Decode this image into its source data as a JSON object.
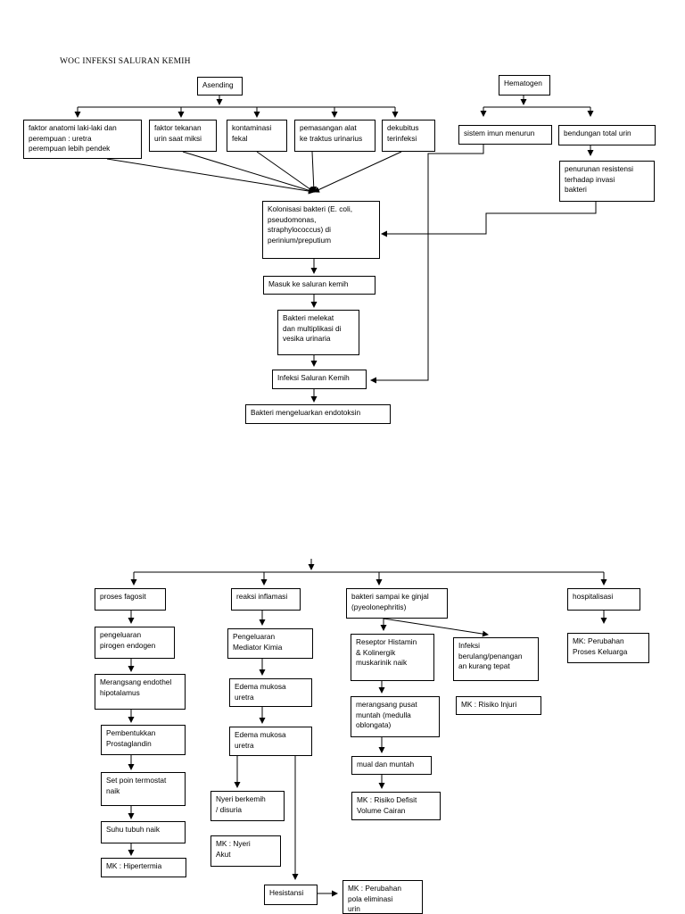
{
  "title": "WOC INFEKSI SALURAN KEMIH",
  "diagram": {
    "asending": "Asending",
    "hematogen": "Hematogen",
    "faktor_anatomi": "faktor anatomi laki-laki dan\nperempuan : uretra\nperempuan lebih pendek",
    "faktor_tekanan": "faktor tekanan\nurin saat miksi",
    "kontaminasi": "kontaminasi\nfekal",
    "pemasangan": "pemasangan alat\nke traktus urinarius",
    "dekubitus": "dekubitus\nterinfeksi",
    "sistem_imun": "sistem imun menurun",
    "bendungan": "bendungan total urin",
    "penurunan_resistensi": "penurunan resistensi\nterhadap invasi\nbakteri",
    "kolonisasi": "Kolonisasi bakteri (E. coli,\npseudomonas,\nstraphylococcus) di\nperinium/preputium",
    "masuk": "Masuk ke saluran kemih",
    "bakteri_melekat": "Bakteri melekat\ndan multiplikasi di\nvesika urinaria",
    "infeksi": "Infeksi Saluran Kemih",
    "endotoksin": "Bakteri mengeluarkan endotoksin",
    "proses_fagosit": "proses fagosit",
    "pengeluaran_pirogen": "pengeluaran\npirogen endogen",
    "merangsang_endothel": "Merangsang endothel\nhipotalamus",
    "pembentukkan": "Pembentukkan\nProstaglandin",
    "set_poin": "Set poin termostat\nnaik",
    "suhu_naik": "Suhu tubuh naik",
    "mk_hipertermia": "MK : Hipertermia",
    "reaksi_inflamasi": "reaksi inflamasi",
    "mediator_kimia": "Pengeluaran\nMediator Kimia",
    "edema1": "Edema mukosa\nuretra",
    "edema2": "Edema mukosa\nuretra",
    "nyeri_berkemih": "Nyeri berkemih\n/ disuria",
    "mk_nyeri": "MK : Nyeri\nAkut",
    "hesistansi": "Hesistansi",
    "mk_eliminasi": "MK : Perubahan\npola eliminasi\nurin",
    "bakteri_ginjal": "bakteri sampai ke ginjal\n(pyeolonephritis)",
    "reseptor": "Reseptor Histamin\n& Kolinergik\nmuskarinik naik",
    "infeksi_berulang": "Infeksi\nberulang/penangan\nan kurang tepat",
    "mk_injuri": "MK : Risiko Injuri",
    "merangsang_pusat": "merangsang pusat\nmuntah (medulla\noblongata)",
    "mual": "mual dan muntah",
    "mk_defisit": "MK : Risiko Defisit\nVolume Cairan",
    "hospitalisasi": "hospitalisasi",
    "mk_keluarga": "MK: Perubahan\nProses Keluarga"
  }
}
